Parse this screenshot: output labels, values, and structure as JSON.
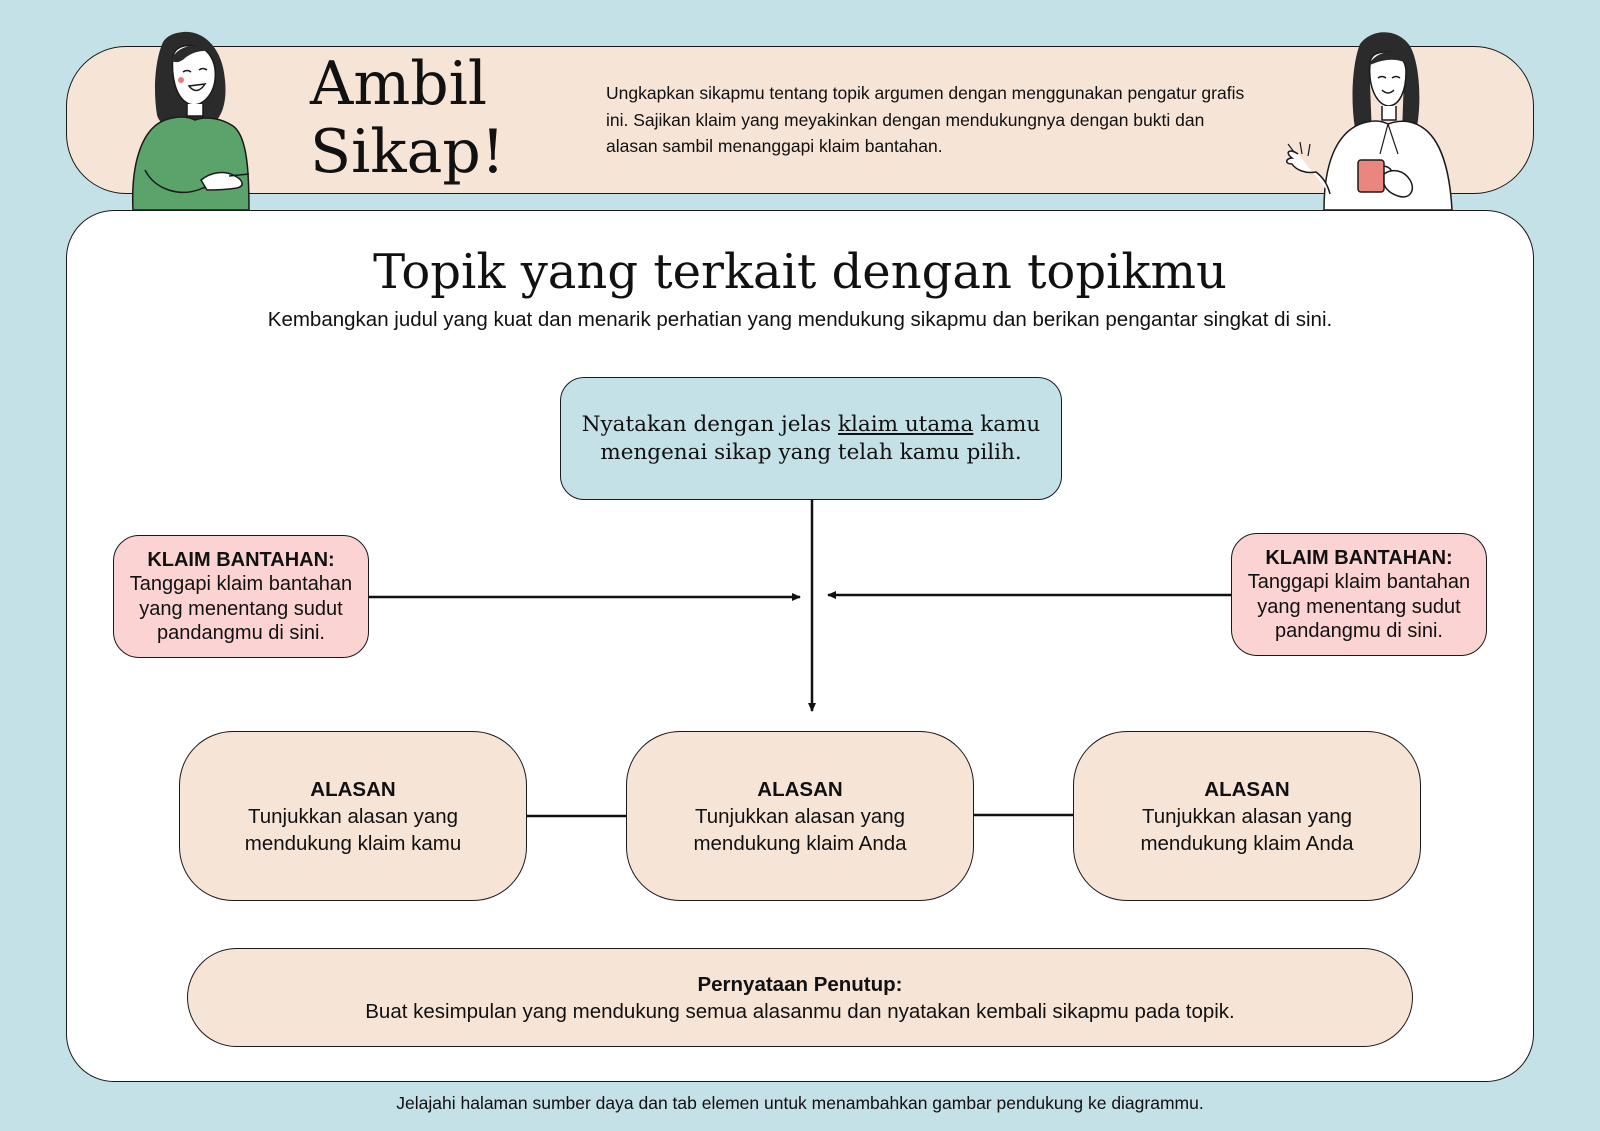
{
  "header": {
    "title_line1": "Ambil",
    "title_line2": "Sikap!",
    "description": "Ungkapkan sikapmu tentang topik argumen dengan menggunakan pengatur grafis ini. Sajikan klaim yang meyakinkan dengan mendukungnya dengan bukti dan alasan sambil menanggapi klaim bantahan."
  },
  "main": {
    "title": "Topik yang terkait dengan topikmu",
    "intro": "Kembangkan judul yang kuat dan menarik perhatian yang mendukung sikapmu dan berikan pengantar singkat di sini."
  },
  "claim": {
    "text_before": "Nyatakan dengan jelas ",
    "text_underlined": "klaim utama",
    "text_after": " kamu mengenai sikap yang telah kamu pilih."
  },
  "counterclaims": [
    {
      "heading": "KLAIM BANTAHAN:",
      "body": "Tanggapi klaim bantahan yang menentang sudut pandangmu di sini."
    },
    {
      "heading": "KLAIM BANTAHAN:",
      "body": "Tanggapi klaim bantahan yang menentang sudut pandangmu di sini."
    }
  ],
  "reasons": [
    {
      "heading": "ALASAN",
      "body": "Tunjukkan alasan yang mendukung klaim kamu"
    },
    {
      "heading": "ALASAN",
      "body": "Tunjukkan alasan yang mendukung klaim Anda"
    },
    {
      "heading": "ALASAN",
      "body": "Tunjukkan alasan yang mendukung klaim Anda"
    }
  ],
  "closing": {
    "heading": "Pernyataan Penutup:",
    "body": "Buat kesimpulan yang mendukung semua alasanmu dan nyatakan kembali sikapmu pada topik."
  },
  "footer": "Jelajahi halaman sumber daya dan tab elemen untuk menambahkan gambar pendukung ke diagrammu.",
  "colors": {
    "background": "#c3e1e6",
    "header_band": "#f6e4d7",
    "claim_box": "#c3e1e6",
    "counterclaim_box": "#fbd3d3",
    "reason_box": "#f6e4d7",
    "person_left_shirt": "#5aa36a",
    "mug": "#e8877d"
  },
  "illustrations": [
    "woman-laughing-green-shirt",
    "woman-holding-mug"
  ]
}
